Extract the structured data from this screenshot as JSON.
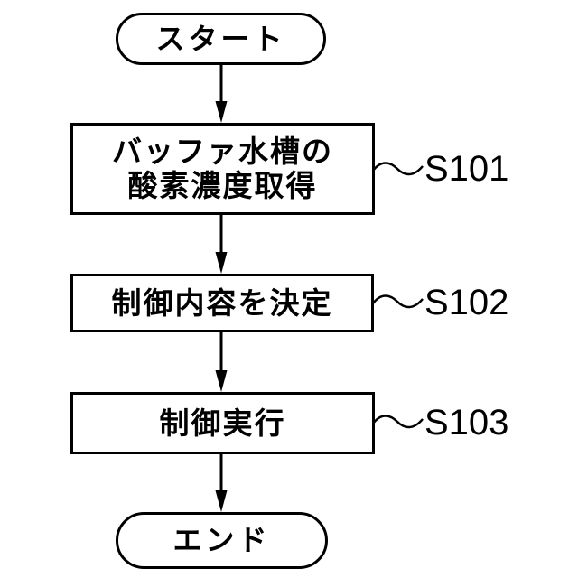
{
  "flowchart": {
    "type": "flowchart",
    "direction": "top-down",
    "colors": {
      "background": "#ffffff",
      "stroke": "#000000",
      "text": "#000000"
    },
    "nodes": [
      {
        "id": "start",
        "shape": "terminal",
        "lines": [
          "スタート"
        ]
      },
      {
        "id": "step1",
        "shape": "process",
        "lines": [
          "バッファ水槽の",
          "酸素濃度取得"
        ],
        "step_ref": "S101"
      },
      {
        "id": "step2",
        "shape": "process",
        "lines": [
          "制御内容を決定"
        ],
        "step_ref": "S102"
      },
      {
        "id": "step3",
        "shape": "process",
        "lines": [
          "制御実行"
        ],
        "step_ref": "S103"
      },
      {
        "id": "end",
        "shape": "terminal",
        "lines": [
          "エンド"
        ]
      }
    ],
    "edges": [
      {
        "from": "start",
        "to": "step1"
      },
      {
        "from": "step1",
        "to": "step2"
      },
      {
        "from": "step2",
        "to": "step3"
      },
      {
        "from": "step3",
        "to": "end"
      }
    ]
  }
}
